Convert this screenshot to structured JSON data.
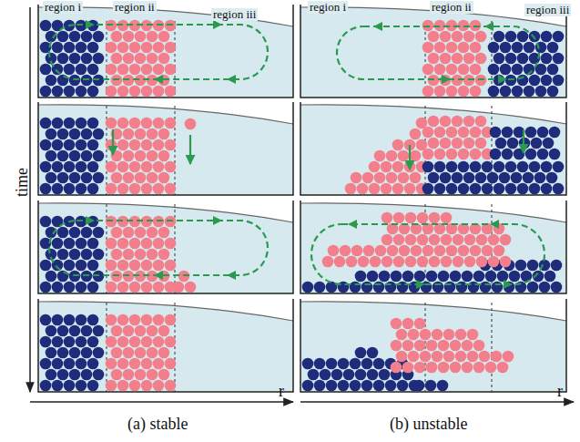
{
  "diagram": {
    "labels": [
      "region i",
      "region ii",
      "region iii",
      "region i",
      "region ii",
      "region iii",
      "time",
      "r",
      "(a) stable",
      "r",
      "(b) unstable"
    ]
  }
}
